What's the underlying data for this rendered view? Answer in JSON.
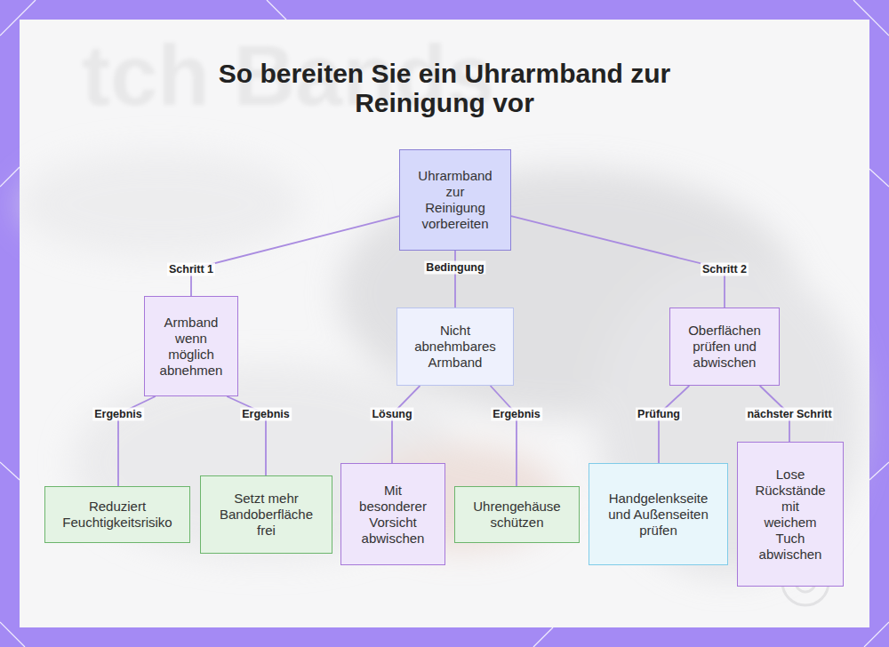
{
  "diagram": {
    "title": "So bereiten Sie ein Uhrarmband zur Reinigung vor",
    "nodes": [
      {
        "text": [
          "Uhrarmband zur Reinigung vorbereiten"
        ]
      },
      {
        "text": [
          "Armband wenn möglich abnehmen"
        ]
      },
      {
        "text": [
          "Nicht abnehmbares Armband"
        ]
      },
      {
        "text": [
          "Oberflächen prüfen und abwischen"
        ]
      },
      {
        "text": [
          "Reduziert Feuchtigkeitsrisiko"
        ]
      },
      {
        "text": [
          "Setzt mehr Bandoberfläche frei"
        ]
      },
      {
        "text": [
          "Mit besonderer Vorsicht abwischen"
        ]
      },
      {
        "text": [
          "Uhrengehäuse schützen"
        ]
      },
      {
        "text": [
          "Handgelenkseite und Außenseiten prüfen"
        ]
      },
      {
        "text": [
          "Lose Rückstände mit weichem Tuch abwischen"
        ]
      }
    ],
    "edges": [
      {
        "from": 0,
        "to": 1,
        "label": "Schritt 1",
        "arrow": "none"
      },
      {
        "from": 0,
        "to": 2,
        "label": "Bedingung",
        "arrow": "none"
      },
      {
        "from": 0,
        "to": 3,
        "label": "Schritt 2",
        "arrow": "none"
      },
      {
        "from": 1,
        "to": 4,
        "label": "Ergebnis",
        "arrow": "none"
      },
      {
        "from": 1,
        "to": 5,
        "label": "Ergebnis",
        "arrow": "none"
      },
      {
        "from": 2,
        "to": 6,
        "label": "Lösung",
        "arrow": "none"
      },
      {
        "from": 2,
        "to": 7,
        "label": "Ergebnis",
        "arrow": "none"
      },
      {
        "from": 3,
        "to": 8,
        "label": "Prüfung",
        "arrow": "none"
      },
      {
        "from": 3,
        "to": 9,
        "label": "nächster Schritt",
        "arrow": "none"
      }
    ],
    "labels": [
      "tch Bands"
    ]
  }
}
